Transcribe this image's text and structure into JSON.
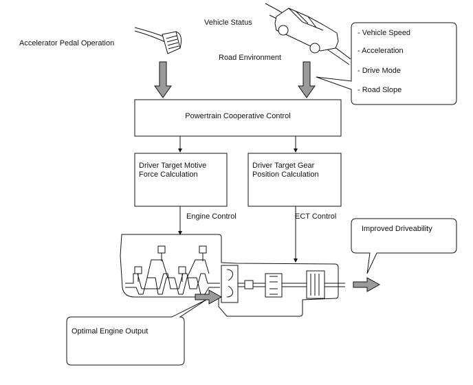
{
  "labels": {
    "accelerator": "Accelerator Pedal Operation",
    "vehicle_status": "Vehicle Status",
    "road_environment": "Road Environment",
    "powertrain": "Powertrain Cooperative Control",
    "motive_force_line1": "Driver Target Motive",
    "motive_force_line2": "Force Calculation",
    "gear_position_line1": "Driver Target Gear",
    "gear_position_line2": "Position Calculation",
    "engine_control": "Engine Control",
    "ect_control": "ECT Control",
    "improved_driveability": "Improved Driveability",
    "optimal_engine_output": "Optimal Engine Output"
  },
  "status_items": [
    "- Vehicle Speed",
    "- Acceleration",
    "- Drive Mode",
    "- Road Slope"
  ]
}
